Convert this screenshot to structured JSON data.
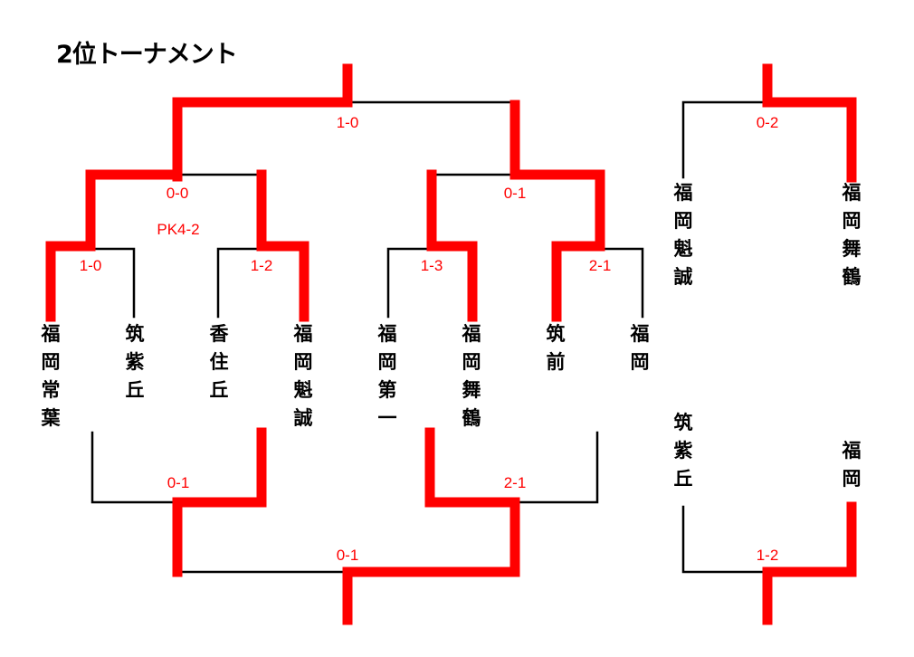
{
  "title": "2位トーナメント",
  "colors": {
    "winner_line": "#ff0000",
    "loser_line": "#000000",
    "score_text": "#ff0000"
  },
  "teams_top": [
    {
      "name": "福岡常葉"
    },
    {
      "name": "筑紫丘"
    },
    {
      "name": "香住丘"
    },
    {
      "name": "福岡魁誠"
    },
    {
      "name": "福岡第一"
    },
    {
      "name": "福岡舞鶴"
    },
    {
      "name": "筑前"
    },
    {
      "name": "福岡"
    }
  ],
  "side_teams": [
    {
      "name": "福岡魁誠"
    },
    {
      "name": "福岡舞鶴"
    },
    {
      "name": "筑紫丘"
    },
    {
      "name": "福岡"
    }
  ],
  "scores": {
    "r1_m1": "1-0",
    "r1_m2": "1-2",
    "r1_m3": "1-3",
    "r1_m4": "2-1",
    "r2_m1": "0-0",
    "r2_m1_pk": "PK4-2",
    "r2_m2": "0-1",
    "final_top": "1-0",
    "lower_m1": "0-1",
    "lower_m2": "2-1",
    "lower_final": "0-1",
    "side_top": "0-2",
    "side_bottom": "1-2"
  }
}
